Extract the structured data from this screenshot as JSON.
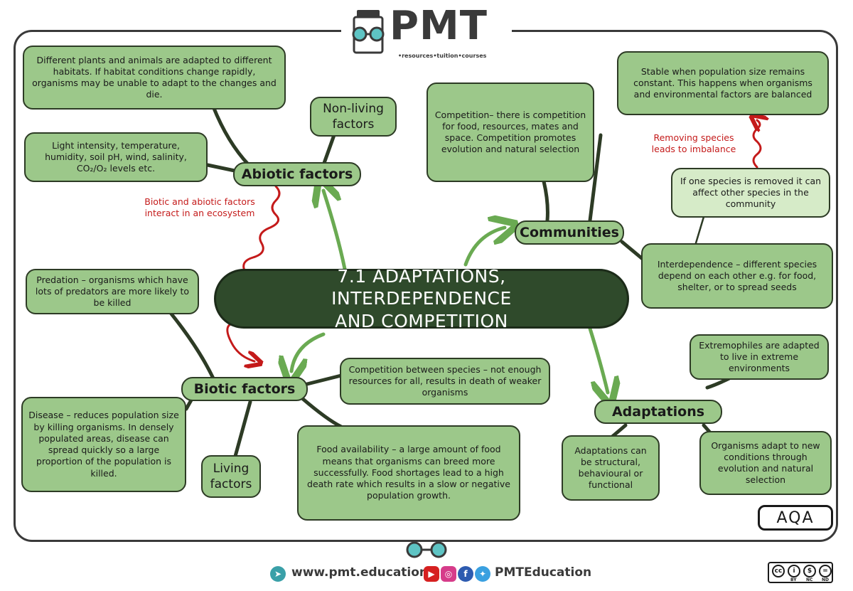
{
  "header": {
    "logo_text": "PMT",
    "tagline": "•resources•tuition•courses"
  },
  "central": {
    "title_line1": "7.1 ADAPTATIONS, INTERDEPENDENCE",
    "title_line2": "AND COMPETITION"
  },
  "abiotic": {
    "label": "Abiotic factors",
    "non_living": "Non-living factors",
    "habitats": "Different plants and animals are adapted to different habitats. If habitat conditions change rapidly, organisms may be unable to adapt to the changes and die.",
    "examples": "Light intensity, temperature, humidity, soil pH, wind, salinity, CO₂/O₂ levels etc."
  },
  "interaction_note": "Biotic and abiotic factors interact in an ecosystem",
  "biotic": {
    "label": "Biotic factors",
    "living": "Living factors",
    "predation": "Predation – organisms which have lots of predators are more likely to be killed",
    "disease": "Disease – reduces population size by killing organisms. In densely populated areas, disease can spread quickly so a large proportion of the population is killed.",
    "competition_species": "Competition between species – not enough resources for all, results in death of weaker organisms",
    "food": "Food availability – a large amount of food means that organisms can breed more successfully. Food shortages lead to a high death rate which results in a slow or negative population growth."
  },
  "communities": {
    "label": "Communities",
    "competition": "Competition– there is competition for food, resources, mates and space. Competition promotes evolution and natural selection",
    "stable": "Stable when population size remains constant. This happens when organisms and environmental factors are balanced",
    "removing_note": "Removing species leads to imbalance",
    "removed": "If one species is removed it can affect other species in the community",
    "interdependence": "Interdependence – different species depend on each other e.g. for food, shelter, or to spread seeds"
  },
  "adaptations": {
    "label": "Adaptations",
    "extremophiles": "Extremophiles are adapted to live in extreme environments",
    "types": "Adaptations can be structural, behavioural or functional",
    "evolve": "Organisms adapt to new conditions through evolution and natural selection"
  },
  "badge": "AQA",
  "footer": {
    "website": "www.pmt.education",
    "social": "PMTEducation",
    "license": [
      "BY",
      "NC",
      "ND"
    ]
  },
  "colors": {
    "box_fill": "#9cc88a",
    "box_light": "#d6ebc8",
    "central_fill": "#2f4a2b",
    "arrow_green": "#6aaa52",
    "note_red": "#c41a1a"
  }
}
